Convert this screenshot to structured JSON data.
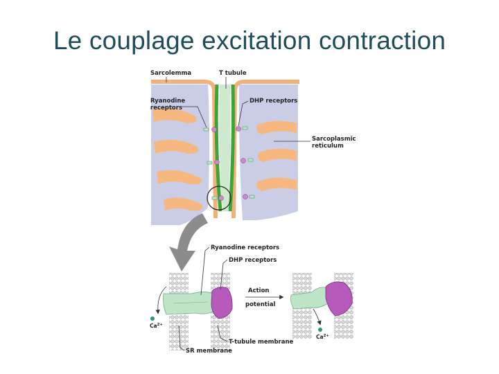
{
  "slide": {
    "title": "Le couplage excitation contraction"
  },
  "labels": {
    "sarcolemma": "Sarcolemma",
    "t_tubule": "T tubule",
    "ryanodine_top_1": "Ryanodine",
    "ryanodine_top_2": "receptors",
    "dhp_top": "DHP receptors",
    "sr_1": "Sarcoplasmic",
    "sr_2": "reticulum",
    "ryanodine_bottom": "Ryanodine receptors",
    "dhp_bottom": "DHP receptors",
    "action_1": "Action",
    "action_2": "potential",
    "ca_left_base": "Ca",
    "ca_left_sup": "2+",
    "ca_right_base": "Ca",
    "ca_right_sup": "2+",
    "ttubule_membrane": "T-tubule membrane",
    "sr_membrane": "SR membrane"
  },
  "colors": {
    "title": "#1f4e5a",
    "sarcolemma": "#f0b27a",
    "t_tubule": "#3aa63a",
    "reticulum": "#c9cde6",
    "sr_cisterna": "#f6b87f",
    "ryanodine_receptor": "#bfe5c8",
    "dhp_receptor": "#b65bbb",
    "calcium": "#2a9d6a",
    "arrow": "#8c8c8c"
  }
}
